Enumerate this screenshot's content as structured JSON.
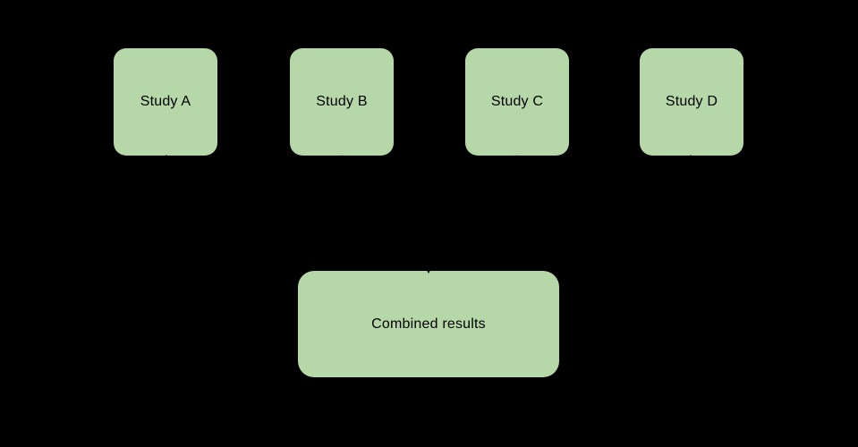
{
  "theme": {
    "background": "#000000",
    "node_fill": "#b6d7a8",
    "node_text": "#000000",
    "connector": "#000000"
  },
  "diagram": {
    "study_nodes": [
      {
        "label": "Study A"
      },
      {
        "label": "Study B"
      },
      {
        "label": "Study C"
      },
      {
        "label": "Study D"
      }
    ],
    "result_node": {
      "label": "Combined results"
    }
  }
}
